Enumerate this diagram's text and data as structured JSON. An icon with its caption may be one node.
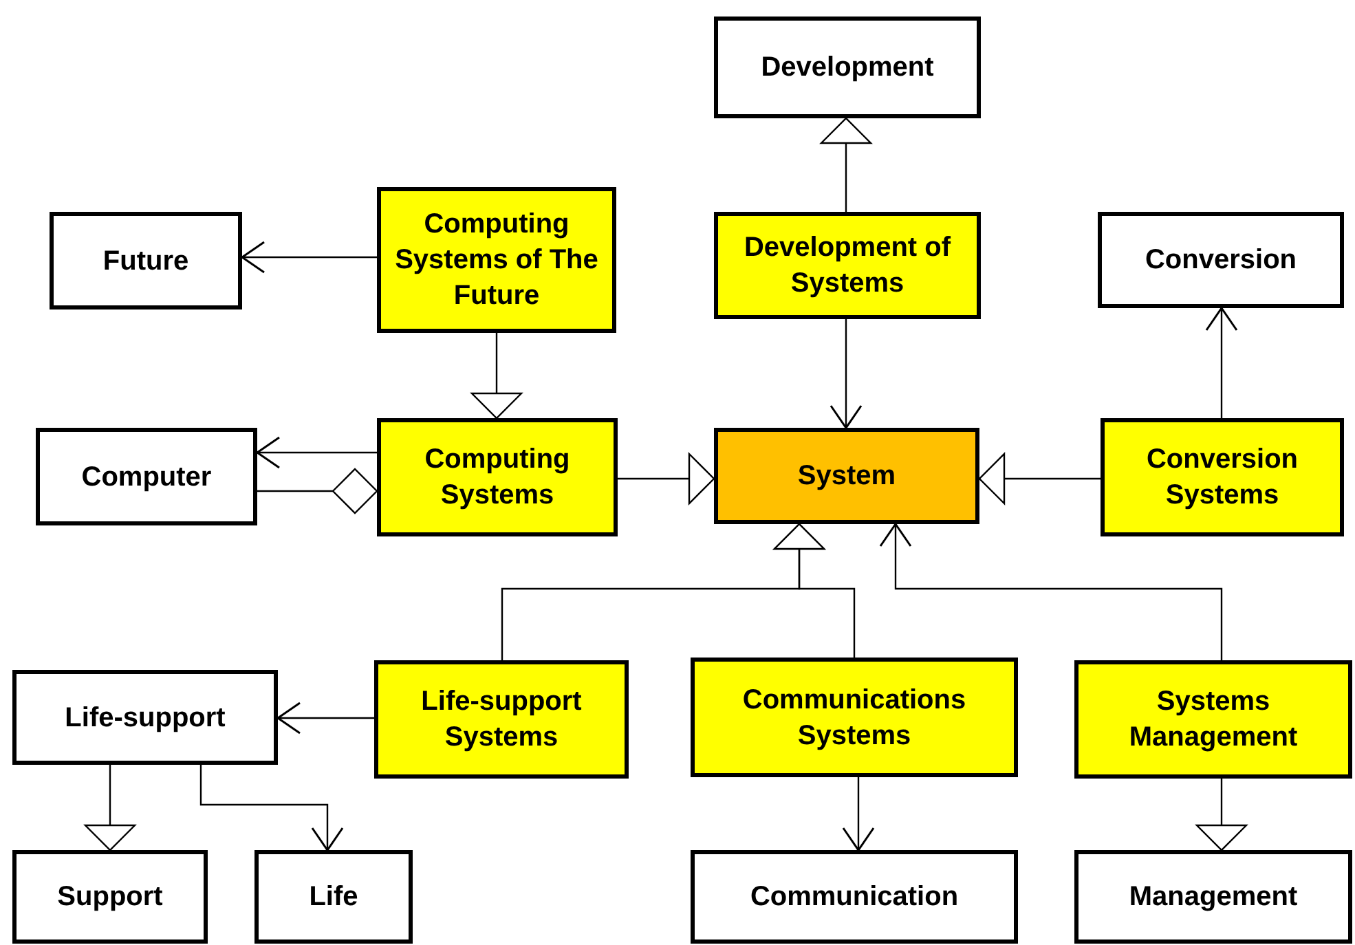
{
  "diagram": {
    "nodes": [
      {
        "text": [
          "Development"
        ]
      },
      {
        "text": [
          "Future"
        ]
      },
      {
        "text": [
          "Computing Systems of The Future"
        ]
      },
      {
        "text": [
          "Development of Systems"
        ]
      },
      {
        "text": [
          "Conversion"
        ]
      },
      {
        "text": [
          "Computer"
        ]
      },
      {
        "text": [
          "Computing Systems"
        ]
      },
      {
        "text": [
          "System"
        ]
      },
      {
        "text": [
          "Conversion Systems"
        ]
      },
      {
        "text": [
          "Life-support"
        ]
      },
      {
        "text": [
          "Life-support Systems"
        ]
      },
      {
        "text": [
          "Communications Systems"
        ]
      },
      {
        "text": [
          "Systems Management"
        ]
      },
      {
        "text": [
          "Support"
        ]
      },
      {
        "text": [
          "Life"
        ]
      },
      {
        "text": [
          "Communication"
        ]
      },
      {
        "text": [
          "Management"
        ]
      }
    ],
    "edges": [
      {
        "from": 3,
        "to": 0,
        "arrow": "to"
      },
      {
        "from": 2,
        "to": 1,
        "arrow": "to"
      },
      {
        "from": 2,
        "to": 6,
        "arrow": "to"
      },
      {
        "from": 3,
        "to": 7,
        "arrow": "to"
      },
      {
        "from": 8,
        "to": 4,
        "arrow": "to"
      },
      {
        "from": 6,
        "to": 5,
        "arrow": "to"
      },
      {
        "from": 5,
        "to": 6,
        "arrow": "other"
      },
      {
        "from": 6,
        "to": 7,
        "arrow": "to"
      },
      {
        "from": 8,
        "to": 7,
        "arrow": "to"
      },
      {
        "from": 10,
        "to": 7,
        "arrow": "to"
      },
      {
        "from": 11,
        "to": 7,
        "arrow": "to"
      },
      {
        "from": 12,
        "to": 7,
        "arrow": "to"
      },
      {
        "from": 10,
        "to": 9,
        "arrow": "to"
      },
      {
        "from": 9,
        "to": 13,
        "arrow": "to"
      },
      {
        "from": 9,
        "to": 14,
        "arrow": "to"
      },
      {
        "from": 11,
        "to": 15,
        "arrow": "to"
      },
      {
        "from": 12,
        "to": 16,
        "arrow": "to"
      }
    ]
  }
}
